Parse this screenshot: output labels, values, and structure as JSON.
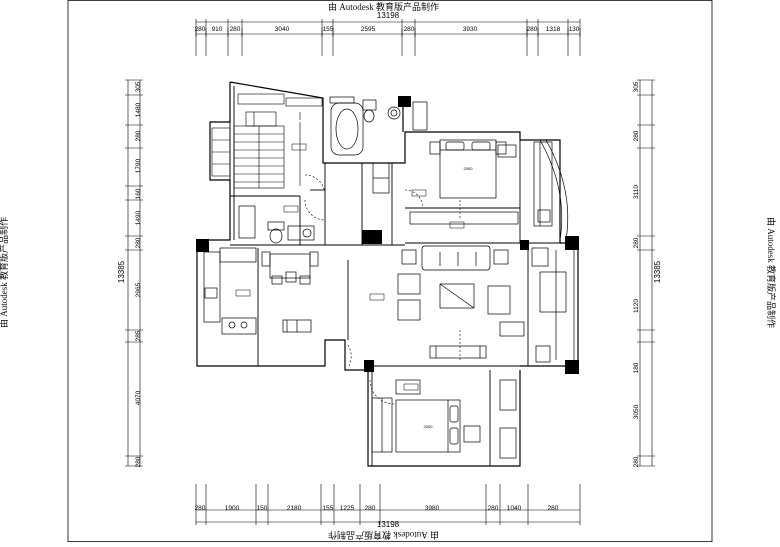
{
  "watermark": "由 Autodesk 教育版产品制作",
  "dimensions": {
    "total_width": "13198",
    "total_height": "13385",
    "top": [
      "280",
      "910",
      "280",
      "3040",
      "155",
      "2595",
      "280",
      "3930",
      "280",
      "1318",
      "130"
    ],
    "bottom": [
      "280",
      "1900",
      "150",
      "2180",
      "155",
      "1225",
      "280",
      "3980",
      "280",
      "1040",
      "280"
    ],
    "left": [
      "305",
      "1480",
      "280",
      "1790",
      "160",
      "1490",
      "280",
      "2965",
      "285",
      "4070",
      "280"
    ],
    "right": [
      "305",
      "280",
      "3110",
      "280",
      "1120",
      "180",
      "3050",
      "280"
    ]
  },
  "room_labels": [
    "2000",
    "2000"
  ]
}
